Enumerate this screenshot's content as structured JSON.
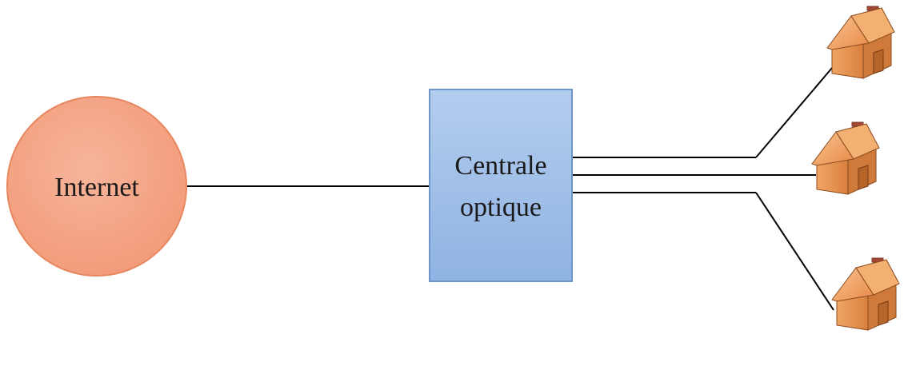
{
  "nodes": {
    "internet": {
      "label": "Internet",
      "fill": "#f4a98a",
      "stroke": "#e8875f"
    },
    "central": {
      "label_line1": "Centrale",
      "label_line2": "optique",
      "fill": "#9dbde6",
      "stroke": "#6f95c9"
    }
  },
  "houses": [
    {
      "icon": "house-icon"
    },
    {
      "icon": "house-icon"
    },
    {
      "icon": "house-icon"
    }
  ],
  "colors": {
    "line": "#000000",
    "house_wall": "#e8924e",
    "house_roof": "#f5b06a",
    "house_door": "#b5652a",
    "chimney": "#c0503a"
  }
}
